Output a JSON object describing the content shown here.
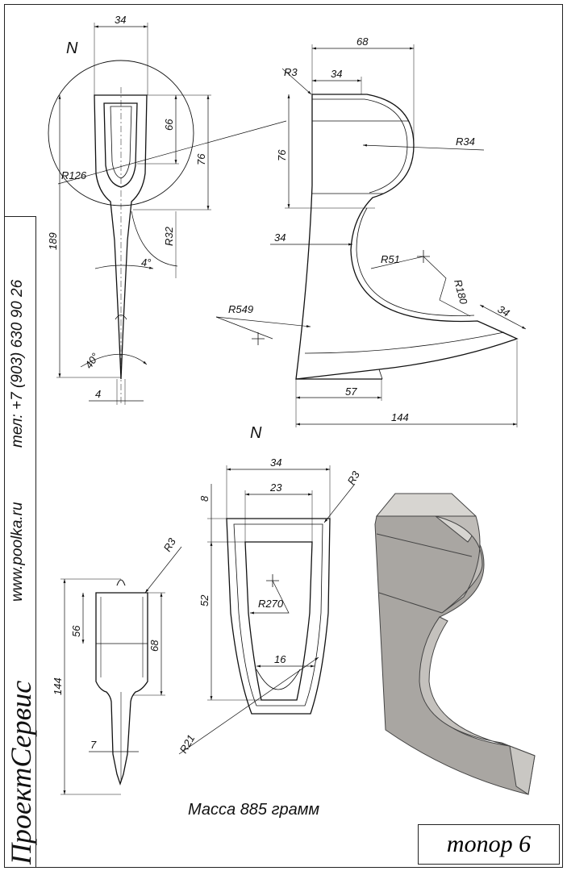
{
  "sheet": {
    "phone": "тел: +7 (903) 630 90 26",
    "website": "www.poolka.ru",
    "company": "ПроектСервис",
    "title": "топор 6",
    "mass": "Масса 885 грамм",
    "section_mark": "N"
  },
  "dimensions": {
    "front_top_width": "34",
    "front_eye_height": "66",
    "front_upper_height": "76",
    "front_radius_eye": "R126",
    "front_total_height": "189",
    "front_neck_radius": "R32",
    "front_taper_angle": "4°",
    "front_edge_angle": "40°",
    "front_edge_width": "4",
    "side_radius_corner": "R3",
    "side_top_width": "68",
    "side_eye_width": "34",
    "side_eye_height": "76",
    "side_beard_radius": "R34",
    "side_neck_width": "34",
    "side_curve_radius": "R51",
    "side_blade_radius": "R180",
    "side_bevel_width": "34",
    "side_back_radius": "R549",
    "side_bevel_length": "57",
    "side_total_length": "144",
    "detail_top_width": "34",
    "detail_inner_width": "23",
    "detail_corner_radius": "R3",
    "detail_top_offset": "8",
    "detail_eye_height": "52",
    "detail_wall_radius": "R270",
    "detail_bottom_width": "16",
    "detail_bottom_radius": "R21",
    "top_corner_radius": "R3",
    "top_upper_height": "56",
    "top_eye_height": "68",
    "top_total_height": "144",
    "top_blade_width": "7"
  }
}
